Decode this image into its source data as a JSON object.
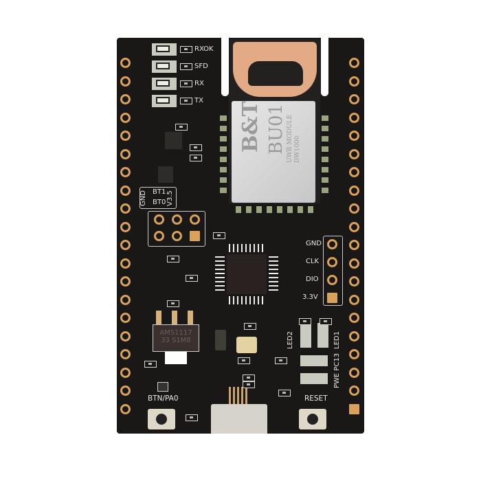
{
  "board": {
    "color": "#1a1816",
    "pad_color": "#d9a15c",
    "status_leds": [
      "RXOK",
      "SFD",
      "RX",
      "TX"
    ],
    "module": {
      "brand": "B&T",
      "model": "BU01",
      "line1": "UWB MODULE",
      "line2": "DW1000"
    },
    "boot_labels": {
      "gnd": "GND",
      "bt1": "BT1",
      "bt0": "BT0",
      "v": "V3.5"
    },
    "swd_labels": [
      "GND",
      "CLK",
      "DIO",
      "3.3V"
    ],
    "regulator": {
      "line1": "AMS1117",
      "line2": "33 S1M8"
    },
    "led_labels": {
      "led2": "LED2",
      "led1": "LED1",
      "pc13": "PC13",
      "pwe": "PWE"
    },
    "button_labels": {
      "left": "BTN/PA0",
      "right": "RESET"
    }
  }
}
